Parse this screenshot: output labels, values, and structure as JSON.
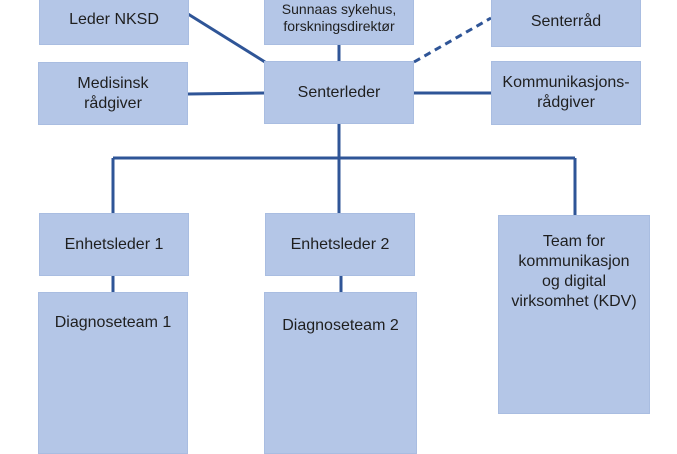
{
  "chart": {
    "nodes": {
      "leder_nksd": [
        "Leder NKSD"
      ],
      "sunnaas": [
        "Sunnaas sykehus,",
        "forskningsdirektør"
      ],
      "senterrad": [
        "Senterråd"
      ],
      "medisinsk": [
        "Medisinsk",
        "rådgiver"
      ],
      "senterleder": [
        "Senterleder"
      ],
      "kommunikasjon": [
        "Kommunikasjons-",
        "rådgiver"
      ],
      "enhetsleder1": [
        "Enhetsleder 1"
      ],
      "enhetsleder2": [
        "Enhetsleder 2"
      ],
      "team_kdv": [
        "Team for",
        "kommunikasjon",
        "og digital",
        "virksomhet (KDV)"
      ],
      "diagnoseteam1": [
        "Diagnoseteam 1"
      ],
      "diagnoseteam2": [
        "Diagnoseteam 2"
      ]
    }
  },
  "colors": {
    "box_fill": "#b4c6e7",
    "line": "#2f5597",
    "text": "#1f1f1f"
  }
}
